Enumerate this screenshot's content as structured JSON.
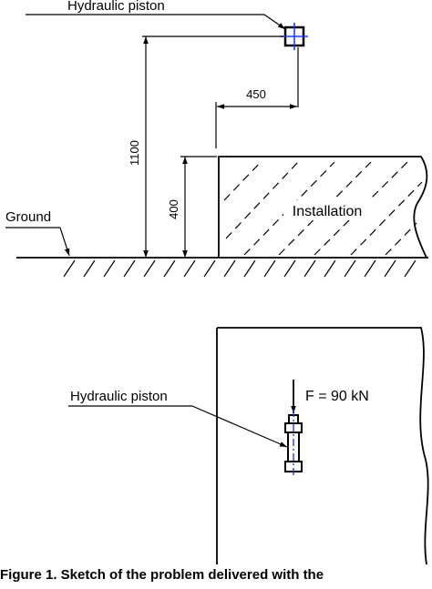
{
  "top_view": {
    "piston_label": "Hydraulic piston",
    "ground_label": "Ground",
    "installation_label": "Installation",
    "dim_horizontal": "450",
    "dim_height_total": "1100",
    "dim_height_installation": "400"
  },
  "plan_view": {
    "piston_label": "Hydraulic piston",
    "force_label": "F = 90 kN"
  },
  "caption": "Figure 1. Sketch of the problem delivered with the",
  "colors": {
    "line": "#000000",
    "axis_accent": "#1f3cff"
  }
}
